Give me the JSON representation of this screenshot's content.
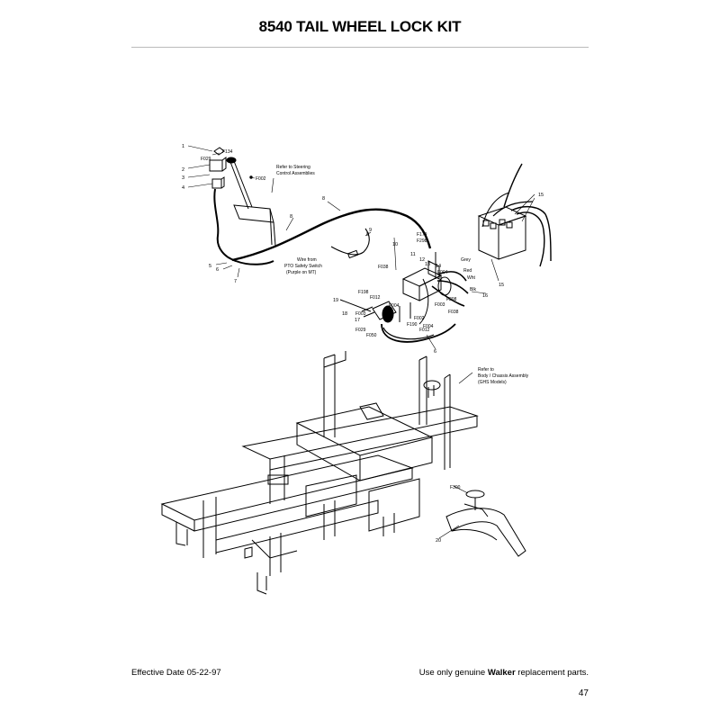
{
  "title": "8540 TAIL WHEEL LOCK KIT",
  "footer": {
    "effective_date": "Effective Date 05-22-97",
    "notice_prefix": "Use only genuine ",
    "notice_brand": "Walker",
    "notice_suffix": " replacement parts.",
    "page_number": "47"
  },
  "callouts": {
    "c1": "1",
    "c2": "2",
    "c3": "3",
    "c4": "4",
    "c5": "5",
    "c6": "6",
    "c7": "7",
    "c8a": "8",
    "c8b": "8",
    "c8c": "8",
    "c9": "9",
    "c10": "10",
    "c11": "11",
    "c12": "12",
    "c13": "13",
    "c14": "14",
    "c15a": "15",
    "c15b": "15",
    "c16": "16",
    "c17": "17",
    "c18": "18",
    "c19": "19",
    "c20": "20",
    "c6b": "6",
    "f029a": "F029",
    "f134": "F134",
    "f002a": "F002",
    "f179": "F179",
    "f298a": "F298",
    "f038a": "F038",
    "f004a": "F004",
    "f012a": "F012",
    "f198": "F198",
    "f004b": "F004",
    "f003a": "F003",
    "f003b": "F003",
    "f029b": "F029",
    "f050": "F050",
    "f002b": "F002",
    "f190": "F190",
    "f012b": "F012",
    "f298b": "F298",
    "f038b": "F038",
    "f004c": "F004",
    "f300": "F300"
  },
  "notes": {
    "steering_1": "Refer to Steering",
    "steering_2": "Control Assemblies",
    "pto_1": "Wire from",
    "pto_2": "PTO Safety Switch",
    "pto_3": "(Purple on MT)",
    "body_1": "Refer to",
    "body_2": "Body / Chassis Assembly",
    "body_3": "(GHS Models)",
    "wire_grey": "Grey",
    "wire_red": "Red",
    "wire_wht": "Wht",
    "wire_blk": "Blk"
  }
}
